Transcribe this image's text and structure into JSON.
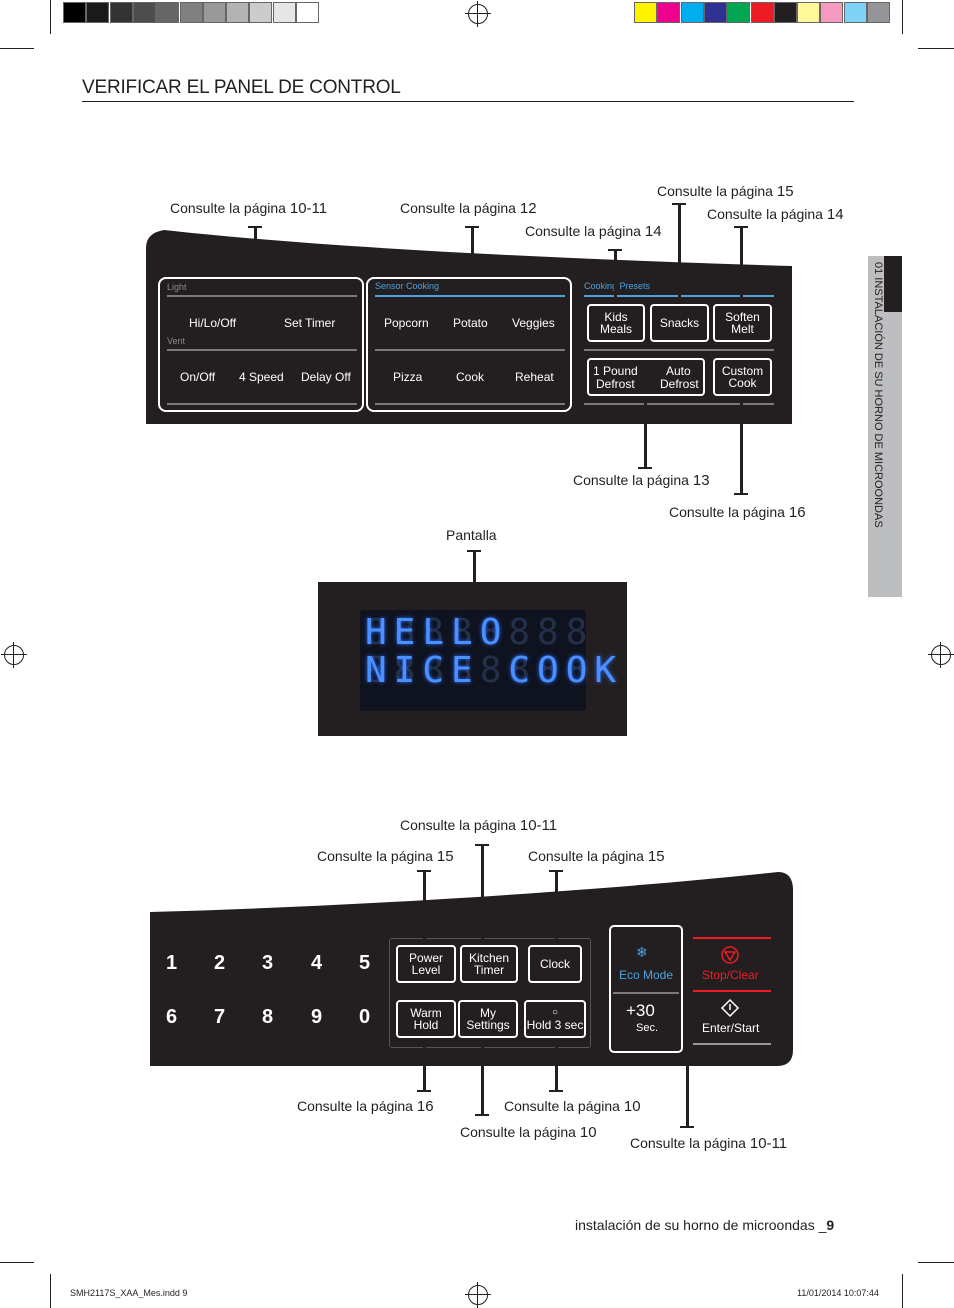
{
  "page": {
    "title": "VERIFICAR EL PANEL DE CONTROL",
    "side_tab": "01 INSTALACIÓN DE SU HORNO DE MICROONDAS",
    "footer_text": "instalación de su horno de microondas _",
    "footer_page": "9",
    "slug_left": "SMH2117S_XAA_Mes.indd   9",
    "slug_right": "11/01/2014   10:07:44"
  },
  "colors": {
    "swatches": [
      "#000000",
      "#1a1a1a",
      "#333333",
      "#4d4d4d",
      "#666666",
      "#808080",
      "#999999",
      "#b3b3b3",
      "#cccccc",
      "#e6e6e6",
      "#ffffff"
    ],
    "process": [
      "#fff200",
      "#ec008c",
      "#00aeef",
      "#2e3192",
      "#00a651",
      "#ed1c24",
      "#231f20",
      "#fff799",
      "#f49ac1",
      "#7fd3f7",
      "#939598"
    ]
  },
  "ref_prefix": "Consulte la página",
  "top_panel": {
    "refs": {
      "light": "10-11",
      "sensor": "12",
      "kids": "14",
      "snacks": "15",
      "soften": "14",
      "defrost": "13",
      "custom": "16"
    },
    "light_label": "Light",
    "vent_label": "Vent",
    "light_buttons": [
      "Hi/Lo/Off",
      "Set Timer"
    ],
    "vent_buttons": [
      "On/Off",
      "4 Speed",
      "Delay Off"
    ],
    "sensor_label": "Sensor Cooking",
    "sensor_row1": [
      "Popcorn",
      "Potato",
      "Veggies"
    ],
    "sensor_row2": [
      "Pizza",
      "Cook",
      "Reheat"
    ],
    "presets_label": "Cooking Presets",
    "kids_1": "Kids",
    "kids_2": "Meals",
    "snacks": "Snacks",
    "soften_1": "Soften",
    "soften_2": "Melt",
    "pound_1": "1 Pound",
    "pound_2": "Defrost",
    "auto_1": "Auto",
    "auto_2": "Defrost",
    "custom_1": "Custom",
    "custom_2": "Cook"
  },
  "display": {
    "label": "Pantalla",
    "line1": "HELLO",
    "line2": "NICE COOK"
  },
  "bottom_panel": {
    "refs": {
      "power": "15",
      "kitchen": "10-11",
      "clock": "15",
      "warm": "16",
      "my": "10",
      "hold": "10",
      "eco": "10-11"
    },
    "digits_row1": [
      "1",
      "2",
      "3",
      "4",
      "5"
    ],
    "digits_row2": [
      "6",
      "7",
      "8",
      "9",
      "0"
    ],
    "power_1": "Power",
    "power_2": "Level",
    "kitchen_1": "Kitchen",
    "kitchen_2": "Timer",
    "clock": "Clock",
    "warm_1": "Warm",
    "warm_2": "Hold",
    "my_1": "My",
    "my_2": "Settings",
    "hold": "Hold 3 sec",
    "eco": "Eco Mode",
    "plus30": "+30",
    "sec": "Sec.",
    "stop": "Stop/Clear",
    "enter": "Enter/Start"
  }
}
